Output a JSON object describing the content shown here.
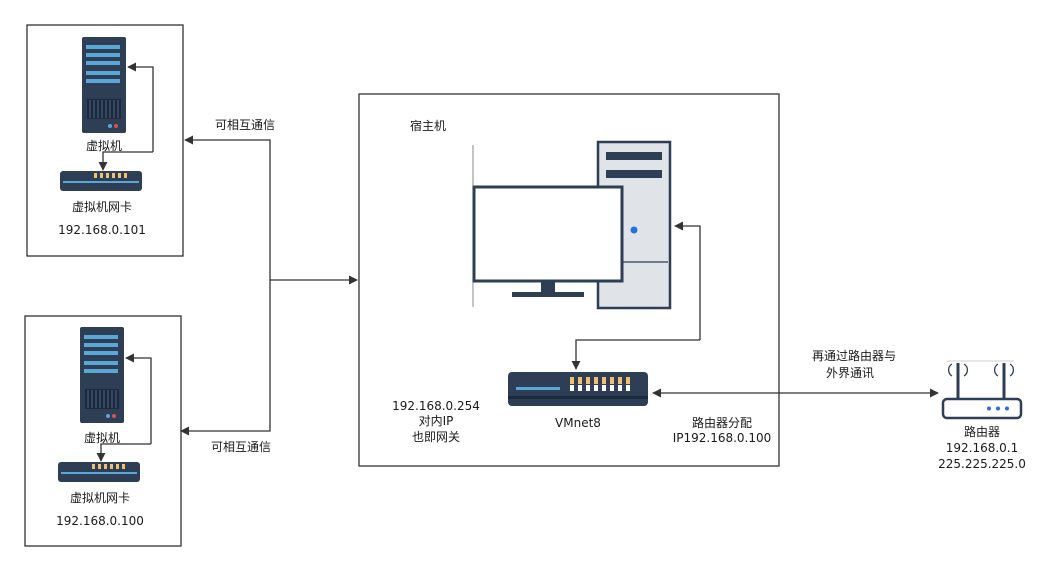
{
  "vm_top": {
    "label": "虚拟机",
    "nic_label": "虚拟机网卡",
    "ip": "192.168.0.101"
  },
  "vm_bottom": {
    "label": "虚拟机",
    "nic_label": "虚拟机网卡",
    "ip": "192.168.0.100"
  },
  "edges": {
    "top_comm": "可相互通信",
    "bottom_comm": "可相互通信",
    "external_line1": "再通过路由器与",
    "external_line2": "外界通讯"
  },
  "host": {
    "title": "宿主机",
    "gateway_ip": "192.168.0.254",
    "gateway_line2": "对内IP",
    "gateway_line3": "也即网关",
    "vmnet_label": "VMnet8",
    "router_assign_line1": "路由器分配",
    "router_assign_line2": "IP192.168.0.100"
  },
  "router": {
    "label": "路由器",
    "ip": "192.168.0.1",
    "mask": "225.225.225.0"
  },
  "colors": {
    "server_dark": "#2d3e55",
    "server_accent": "#5aa8d8",
    "nic_body": "#2d3e55",
    "nic_port": "#f0c070",
    "pc_gray": "#e0e3e8",
    "pc_dark": "#2d3e55",
    "led_blue": "#2c6ee0",
    "line": "#333333"
  }
}
